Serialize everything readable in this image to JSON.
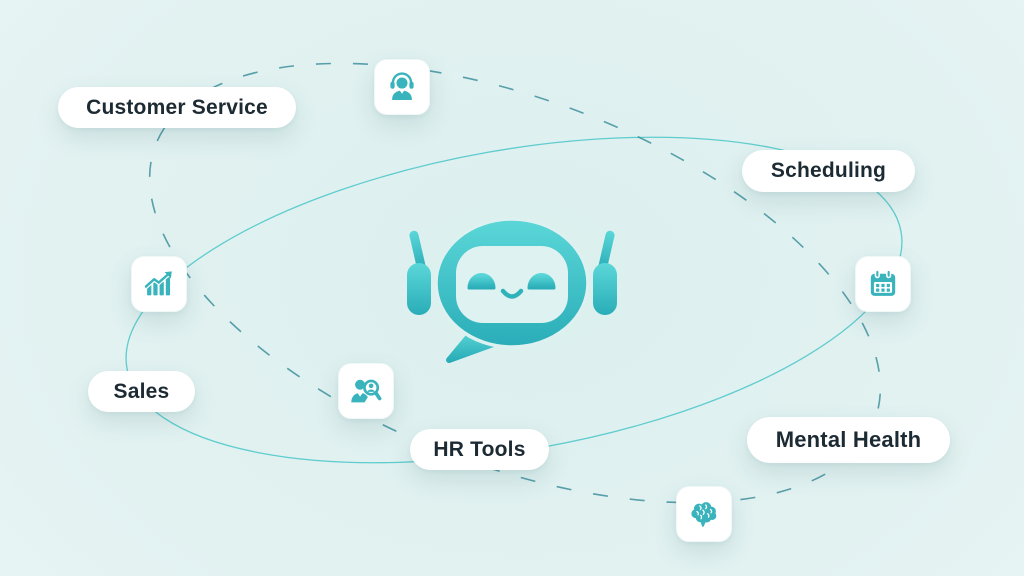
{
  "scene": {
    "description": "Chatbot capabilities orbit illustration",
    "center": {
      "name": "chatbot-robot-mascot"
    }
  },
  "capabilities": [
    {
      "id": "customer-service",
      "label": "Customer Service",
      "icon": "support-agent-icon"
    },
    {
      "id": "scheduling",
      "label": "Scheduling",
      "icon": "calendar-icon"
    },
    {
      "id": "sales",
      "label": "Sales",
      "icon": "growth-chart-icon"
    },
    {
      "id": "hr-tools",
      "label": "HR Tools",
      "icon": "hr-search-icon"
    },
    {
      "id": "mental-health",
      "label": "Mental Health",
      "icon": "brain-icon"
    }
  ],
  "colors": {
    "accent_teal": "#39b3bc",
    "robot_gradient_top": "#5bd7d8",
    "robot_gradient_bottom": "#2aadb8",
    "orbit_solid_line": "#3fc3c5",
    "orbit_dashed_line": "#3f919e",
    "pill_text": "#1c2a33",
    "card_background": "#ffffff",
    "background_tint": "#e2f2f1"
  }
}
